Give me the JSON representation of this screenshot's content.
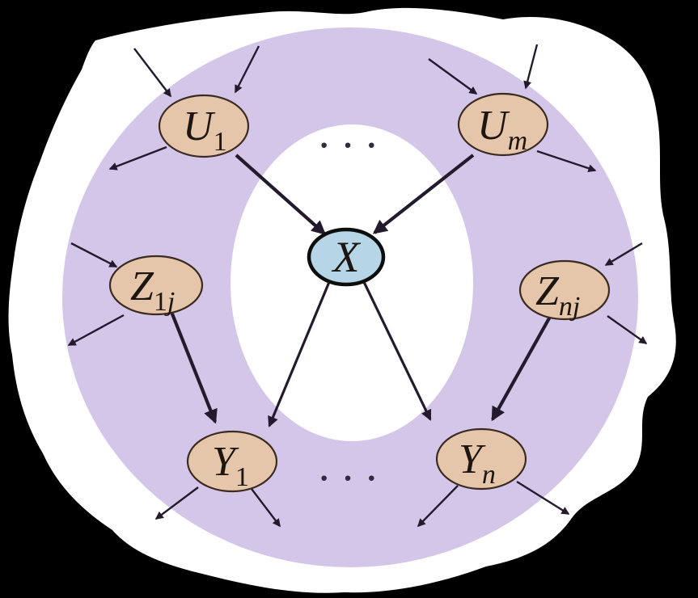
{
  "diagram": {
    "type": "bayesian-network-markov-blanket",
    "description": "Markov blanket of center node X: parents U, children Y, children's co-parents Z, highlighted by a ring",
    "colors": {
      "background": "#000000",
      "canvas_blob": "#ffffff",
      "blanket_ring": "#d4c6e8",
      "node_fill": "#e6c6ab",
      "center_node_fill": "#b6d5e6",
      "node_stroke": "#3a2a20",
      "center_node_stroke": "#0d0d0d",
      "edge": "#241a2e",
      "label": "#1d1510"
    },
    "nodes": {
      "x": {
        "main": "X",
        "sub_upright": "",
        "sub_italic": "",
        "fill": "#b6d5e6"
      },
      "u1": {
        "main": "U",
        "sub_upright": "1",
        "sub_italic": "",
        "fill": "#e6c6ab"
      },
      "um": {
        "main": "U",
        "sub_upright": "",
        "sub_italic": "m",
        "fill": "#e6c6ab"
      },
      "z1j": {
        "main": "Z",
        "sub_upright": "1",
        "sub_italic": "j",
        "fill": "#e6c6ab"
      },
      "znj": {
        "main": "Z",
        "sub_upright": "",
        "sub_italic": "nj",
        "fill": "#e6c6ab"
      },
      "y1": {
        "main": "Y",
        "sub_upright": "1",
        "sub_italic": "",
        "fill": "#e6c6ab"
      },
      "yn": {
        "main": "Y",
        "sub_upright": "",
        "sub_italic": "n",
        "fill": "#e6c6ab"
      }
    },
    "ellipsis_top": "···",
    "ellipsis_bottom": "···",
    "edges": [
      {
        "from": "U1",
        "to": "X",
        "style": "thick"
      },
      {
        "from": "Um",
        "to": "X",
        "style": "thick"
      },
      {
        "from": "X",
        "to": "Y1",
        "style": "medium"
      },
      {
        "from": "X",
        "to": "Yn",
        "style": "medium"
      },
      {
        "from": "Z1j",
        "to": "Y1",
        "style": "thick"
      },
      {
        "from": "Znj",
        "to": "Yn",
        "style": "thick"
      },
      {
        "from": "external",
        "to": "U1",
        "style": "thin"
      },
      {
        "from": "external",
        "to": "U1",
        "style": "thin"
      },
      {
        "from": "U1",
        "to": "external",
        "style": "thin"
      },
      {
        "from": "external",
        "to": "Um",
        "style": "thin"
      },
      {
        "from": "external",
        "to": "Um",
        "style": "thin"
      },
      {
        "from": "Um",
        "to": "external",
        "style": "thin"
      },
      {
        "from": "external",
        "to": "Z1j",
        "style": "thin"
      },
      {
        "from": "Z1j",
        "to": "external",
        "style": "thin"
      },
      {
        "from": "external",
        "to": "Znj",
        "style": "thin"
      },
      {
        "from": "Znj",
        "to": "external",
        "style": "thin"
      },
      {
        "from": "Y1",
        "to": "external",
        "style": "thin"
      },
      {
        "from": "Y1",
        "to": "external",
        "style": "thin"
      },
      {
        "from": "Yn",
        "to": "external",
        "style": "thin"
      },
      {
        "from": "Yn",
        "to": "external",
        "style": "thin"
      }
    ]
  }
}
